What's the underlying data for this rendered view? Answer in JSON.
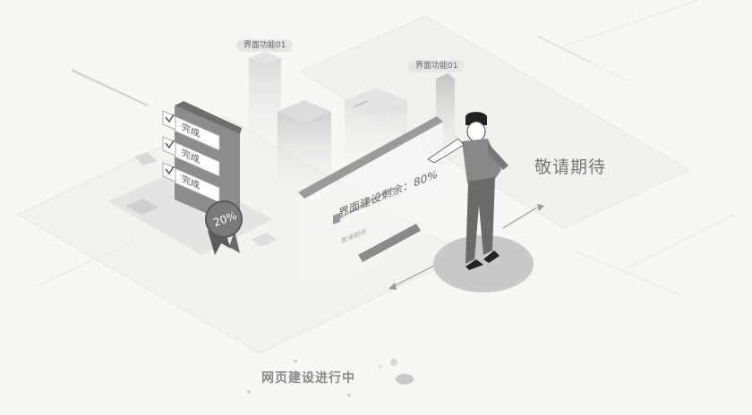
{
  "labels": {
    "tower_left": "界面功能01",
    "tower_right": "界面功能01"
  },
  "checklist": {
    "items": [
      "完成",
      "完成",
      "完成"
    ],
    "badge": "20%"
  },
  "screen": {
    "title": "界面建设剩余：80%",
    "subtitle": "敬请期待"
  },
  "coming_soon": "敬请期待",
  "footer": "网页建设进行中"
}
